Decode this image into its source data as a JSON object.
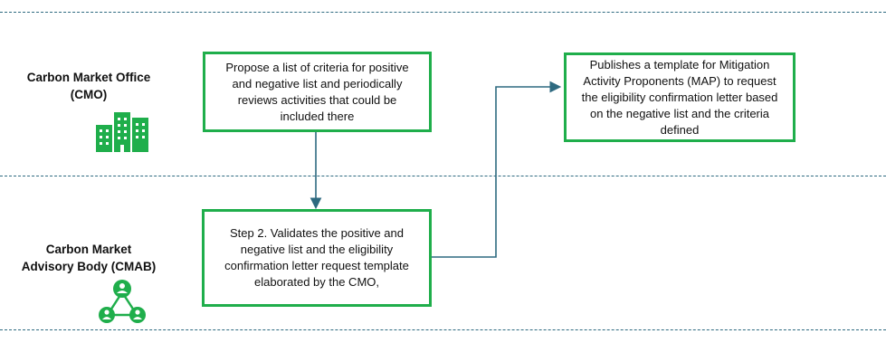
{
  "lanes": [
    {
      "label_line1": "Carbon Market Office",
      "label_line2": "(CMO)",
      "icon": "buildings-icon"
    },
    {
      "label_line1": "Carbon Market",
      "label_line2": "Advisory Body (CMAB)",
      "icon": "people-network-icon"
    }
  ],
  "steps": {
    "cmo_propose": "Propose a list of criteria for positive and negative list and periodically reviews activities that could be included there",
    "cmab_validate": "Step 2. Validates the positive and negative list and the eligibility confirmation letter request template elaborated by the CMO,",
    "cmo_publish": "Publishes a template for Mitigation Activity Proponents (MAP) to request the eligibility confirmation letter based on the negative list and the criteria defined"
  },
  "colors": {
    "box_border": "#1fae4b",
    "icon_green": "#1fae4b",
    "connector": "#2e6a80",
    "lane_divider": "#2e6a80"
  }
}
